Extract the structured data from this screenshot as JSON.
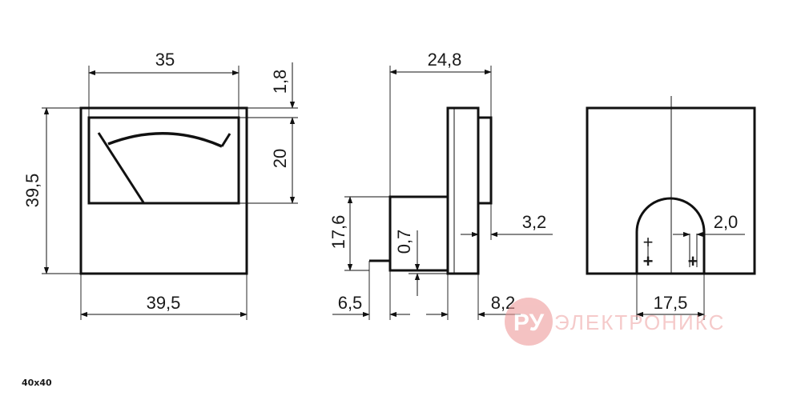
{
  "dimensions": {
    "front_width_top": "35",
    "top_gap": "1,8",
    "scale_height": "20",
    "front_height": "39,5",
    "front_width_bottom": "39,5",
    "side_depth": "24,8",
    "body_height": "17,6",
    "terminal_offset": "0,7",
    "flange": "3,2",
    "pin_length": "6,5",
    "face_depth": "8,2",
    "terminal_spacing": "2,0",
    "mount_width": "17,5"
  },
  "caption": "40x40",
  "watermark": {
    "mark": "РУ",
    "text": "ЭЛЕКТРОНИКС"
  },
  "colors": {
    "line": "#111111",
    "watermark": "#e88a8a"
  },
  "symbols": {
    "plus": "+"
  }
}
